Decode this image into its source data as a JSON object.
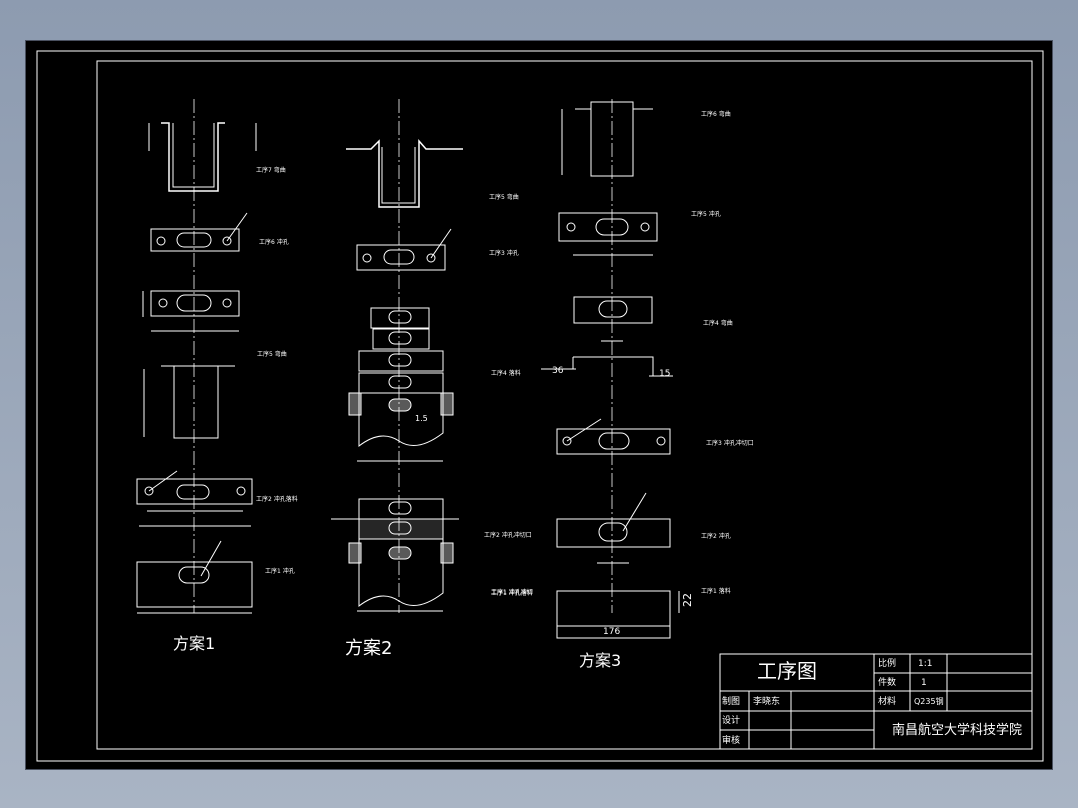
{
  "scheme_labels": {
    "s1": "方案1",
    "s2": "方案2",
    "s3": "方案3"
  },
  "title_block": {
    "title": "工序图",
    "scale_label": "比例",
    "scale_value": "1:1",
    "qty_label": "件数",
    "qty_value": "1",
    "material_label": "材料",
    "material_value": "Q235钢",
    "drawn_label": "制图",
    "drawn_value": "李晓东",
    "design_label": "设计",
    "review_label": "审核",
    "school": "南昌航空大学科技学院"
  },
  "dims": {
    "d176": "176",
    "d22": "22",
    "d36": "36",
    "d15": "15",
    "d15b": "1.5"
  },
  "colors": {
    "background": "#000000",
    "lines": "#ffffff",
    "centerline": "#c8c8c8"
  }
}
